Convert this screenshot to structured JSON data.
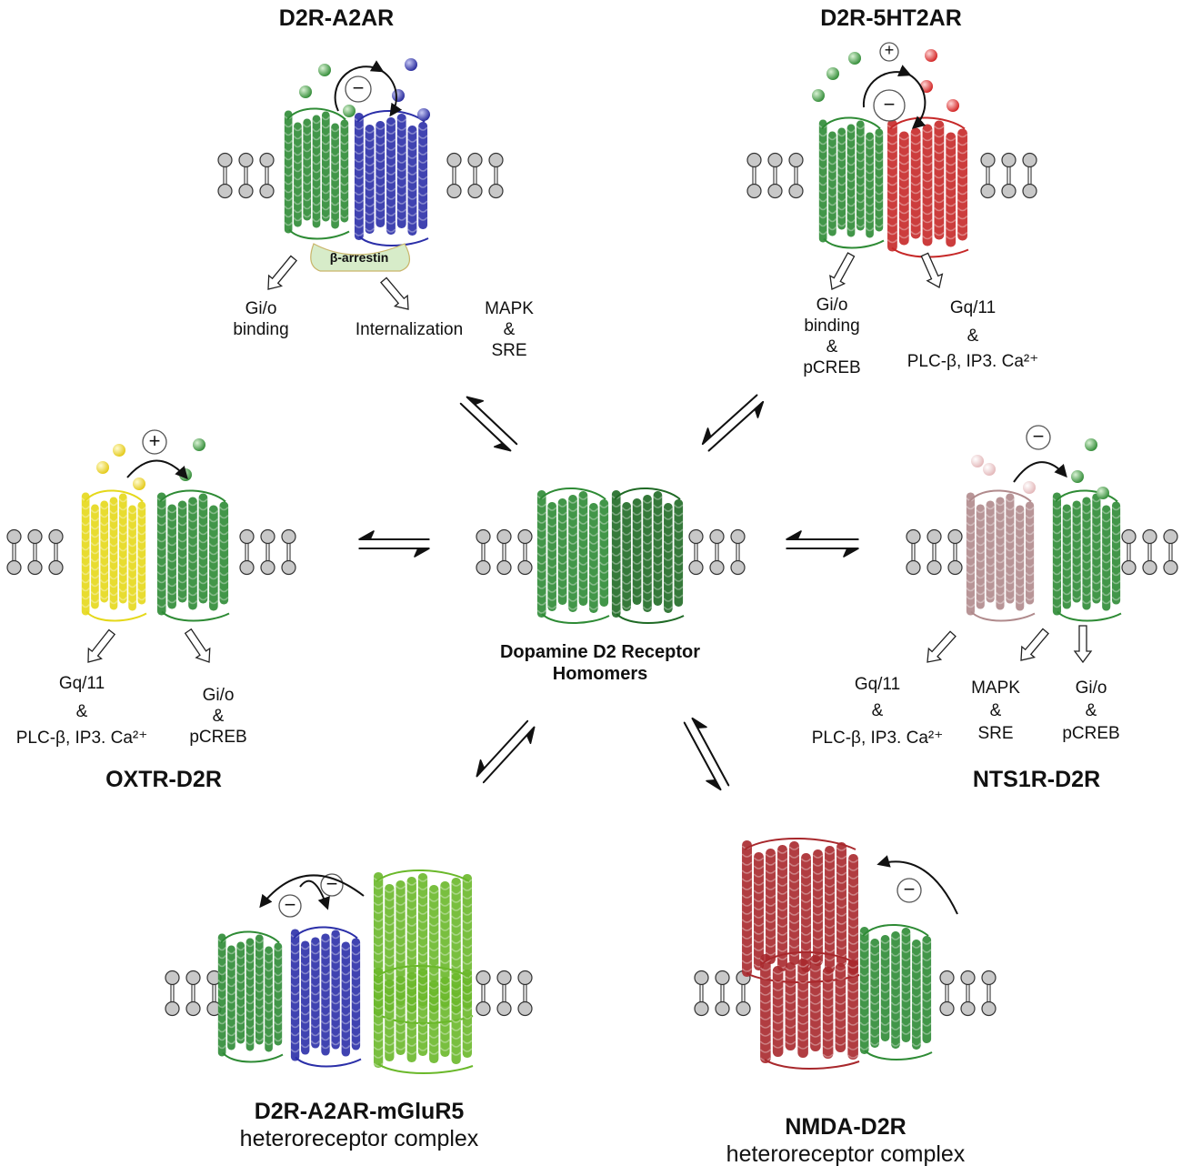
{
  "colors": {
    "d2r": "#2e8b35",
    "d2r_dark": "#1f6a25",
    "a2ar": "#2b2fa8",
    "ht2ar": "#c62828",
    "oxtr": "#e5d81a",
    "nts1r": "#b08a8c",
    "mglur5": "#6ab82a",
    "nmda": "#a8282c",
    "membrane_head": "#c8c8c8",
    "arrestin": "#d7ecc9"
  },
  "complexes": {
    "d2r_a2ar": {
      "title": "D2R-A2AR",
      "symbol": "−",
      "arrestin_label": "β-arrestin",
      "signals": [
        {
          "lines": [
            "Gi/o",
            "binding"
          ]
        },
        {
          "lines": [
            "Internalization"
          ]
        },
        {
          "lines": [
            "MAPK",
            "&",
            "SRE"
          ]
        }
      ]
    },
    "d2r_5ht2ar": {
      "title": "D2R-5HT2AR",
      "symbols": [
        "+",
        "−"
      ],
      "signals": [
        {
          "lines": [
            "Gi/o",
            "binding",
            "&",
            "pCREB"
          ]
        },
        {
          "lines": [
            "Gq/11",
            "&",
            "PLC-β, IP3. Ca²⁺"
          ]
        }
      ]
    },
    "oxtr_d2r": {
      "title": "OXTR-D2R",
      "symbol": "+",
      "signals": [
        {
          "lines": [
            "Gq/11",
            "&",
            "PLC-β, IP3. Ca²⁺"
          ]
        },
        {
          "lines": [
            "Gi/o",
            "&",
            "pCREB"
          ]
        }
      ]
    },
    "nts1r_d2r": {
      "title": "NTS1R-D2R",
      "symbol": "−",
      "signals": [
        {
          "lines": [
            "Gq/11",
            "&",
            "PLC-β, IP3. Ca²⁺"
          ]
        },
        {
          "lines": [
            "MAPK",
            "&",
            "SRE"
          ]
        },
        {
          "lines": [
            "Gi/o",
            "&",
            "pCREB"
          ]
        }
      ]
    },
    "d2r_homomer": {
      "title_lines": [
        "Dopamine D2 Receptor",
        "Homomers"
      ]
    },
    "d2r_a2ar_mglur5": {
      "title": "D2R-A2AR-mGluR5",
      "subtitle": "heteroreceptor complex",
      "symbols": [
        "−",
        "−"
      ]
    },
    "nmda_d2r": {
      "title": "NMDA-D2R",
      "subtitle": "heteroreceptor complex",
      "symbol": "−"
    }
  }
}
